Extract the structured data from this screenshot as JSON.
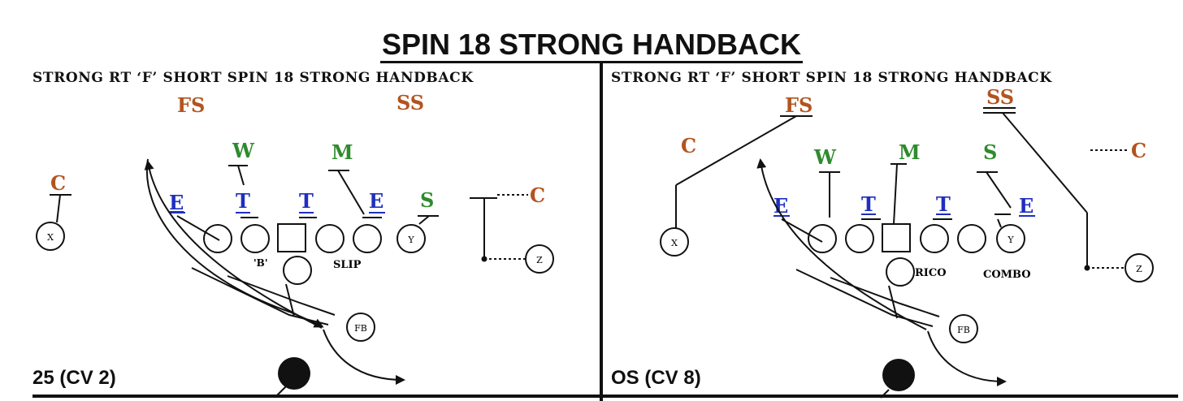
{
  "title": "SPIN 18 STRONG HANDBACK",
  "colors": {
    "coverage": "#b3541e",
    "linebacker": "#2e8b2e",
    "lineman": "#1f2fbf",
    "ink": "#111111"
  },
  "panels": [
    {
      "subtitle": "STRONG RT ‘F’ SHORT SPIN 18 STRONG HANDBACK",
      "coverage_label": "25 (CV 2)",
      "defense": {
        "fs": "FS",
        "ss": "SS",
        "w": "W",
        "m": "M",
        "s": "S",
        "corner_left": "C",
        "corner_right": "C",
        "end_left": "E",
        "tackle_left": "T",
        "tackle_right": "T",
        "end_right": "E"
      },
      "offense": {
        "x": "X",
        "y": "Y",
        "z": "Z",
        "fb": "FB"
      },
      "annotations": {
        "call_b": "'B'",
        "call_slip": "SLIP"
      }
    },
    {
      "subtitle": "STRONG RT ‘F’ SHORT SPIN 18 STRONG HANDBACK",
      "coverage_label": "OS (CV 8)",
      "defense": {
        "fs": "FS",
        "ss": "SS",
        "w": "W",
        "m": "M",
        "s": "S",
        "corner_left": "C",
        "corner_right": "C",
        "end_left": "E",
        "tackle_left": "T",
        "tackle_right": "T",
        "end_right": "E"
      },
      "offense": {
        "x": "X",
        "y": "Y",
        "z": "Z",
        "fb": "FB"
      },
      "annotations": {
        "call_rico": "RICO",
        "call_combo": "COMBO"
      }
    }
  ]
}
